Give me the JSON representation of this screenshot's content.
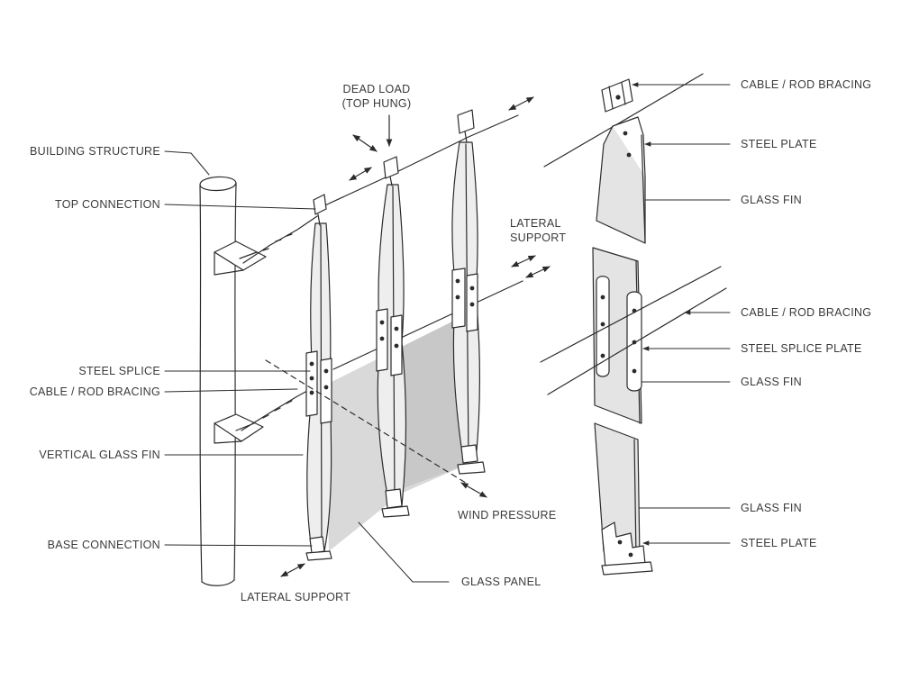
{
  "labels": {
    "building_structure": "BUILDING STRUCTURE",
    "top_connection": "TOP CONNECTION",
    "steel_splice": "STEEL SPLICE",
    "cable_rod_bracing_left": "CABLE / ROD BRACING",
    "vertical_glass_fin": "VERTICAL GLASS FIN",
    "base_connection": "BASE CONNECTION",
    "lateral_support_bottom": "LATERAL SUPPORT",
    "dead_load_line1": "DEAD LOAD",
    "dead_load_line2": "(TOP HUNG)",
    "lateral_support_mid_line1": "LATERAL",
    "lateral_support_mid_line2": "SUPPORT",
    "wind_pressure": "WIND PRESSURE",
    "glass_panel": "GLASS PANEL",
    "detail_top_cable": "CABLE / ROD BRACING",
    "detail_top_plate": "STEEL PLATE",
    "detail_top_fin": "GLASS FIN",
    "detail_mid_cable": "CABLE / ROD BRACING",
    "detail_mid_splice": "STEEL SPLICE PLATE",
    "detail_mid_fin": "GLASS FIN",
    "detail_bot_fin": "GLASS FIN",
    "detail_bot_plate": "STEEL PLATE"
  },
  "colors": {
    "ink": "#2b2b2b",
    "glass_fill": "#d8d8d8",
    "glass_fill_dark": "#c4c4c4",
    "label_text": "#3a3a3a"
  }
}
